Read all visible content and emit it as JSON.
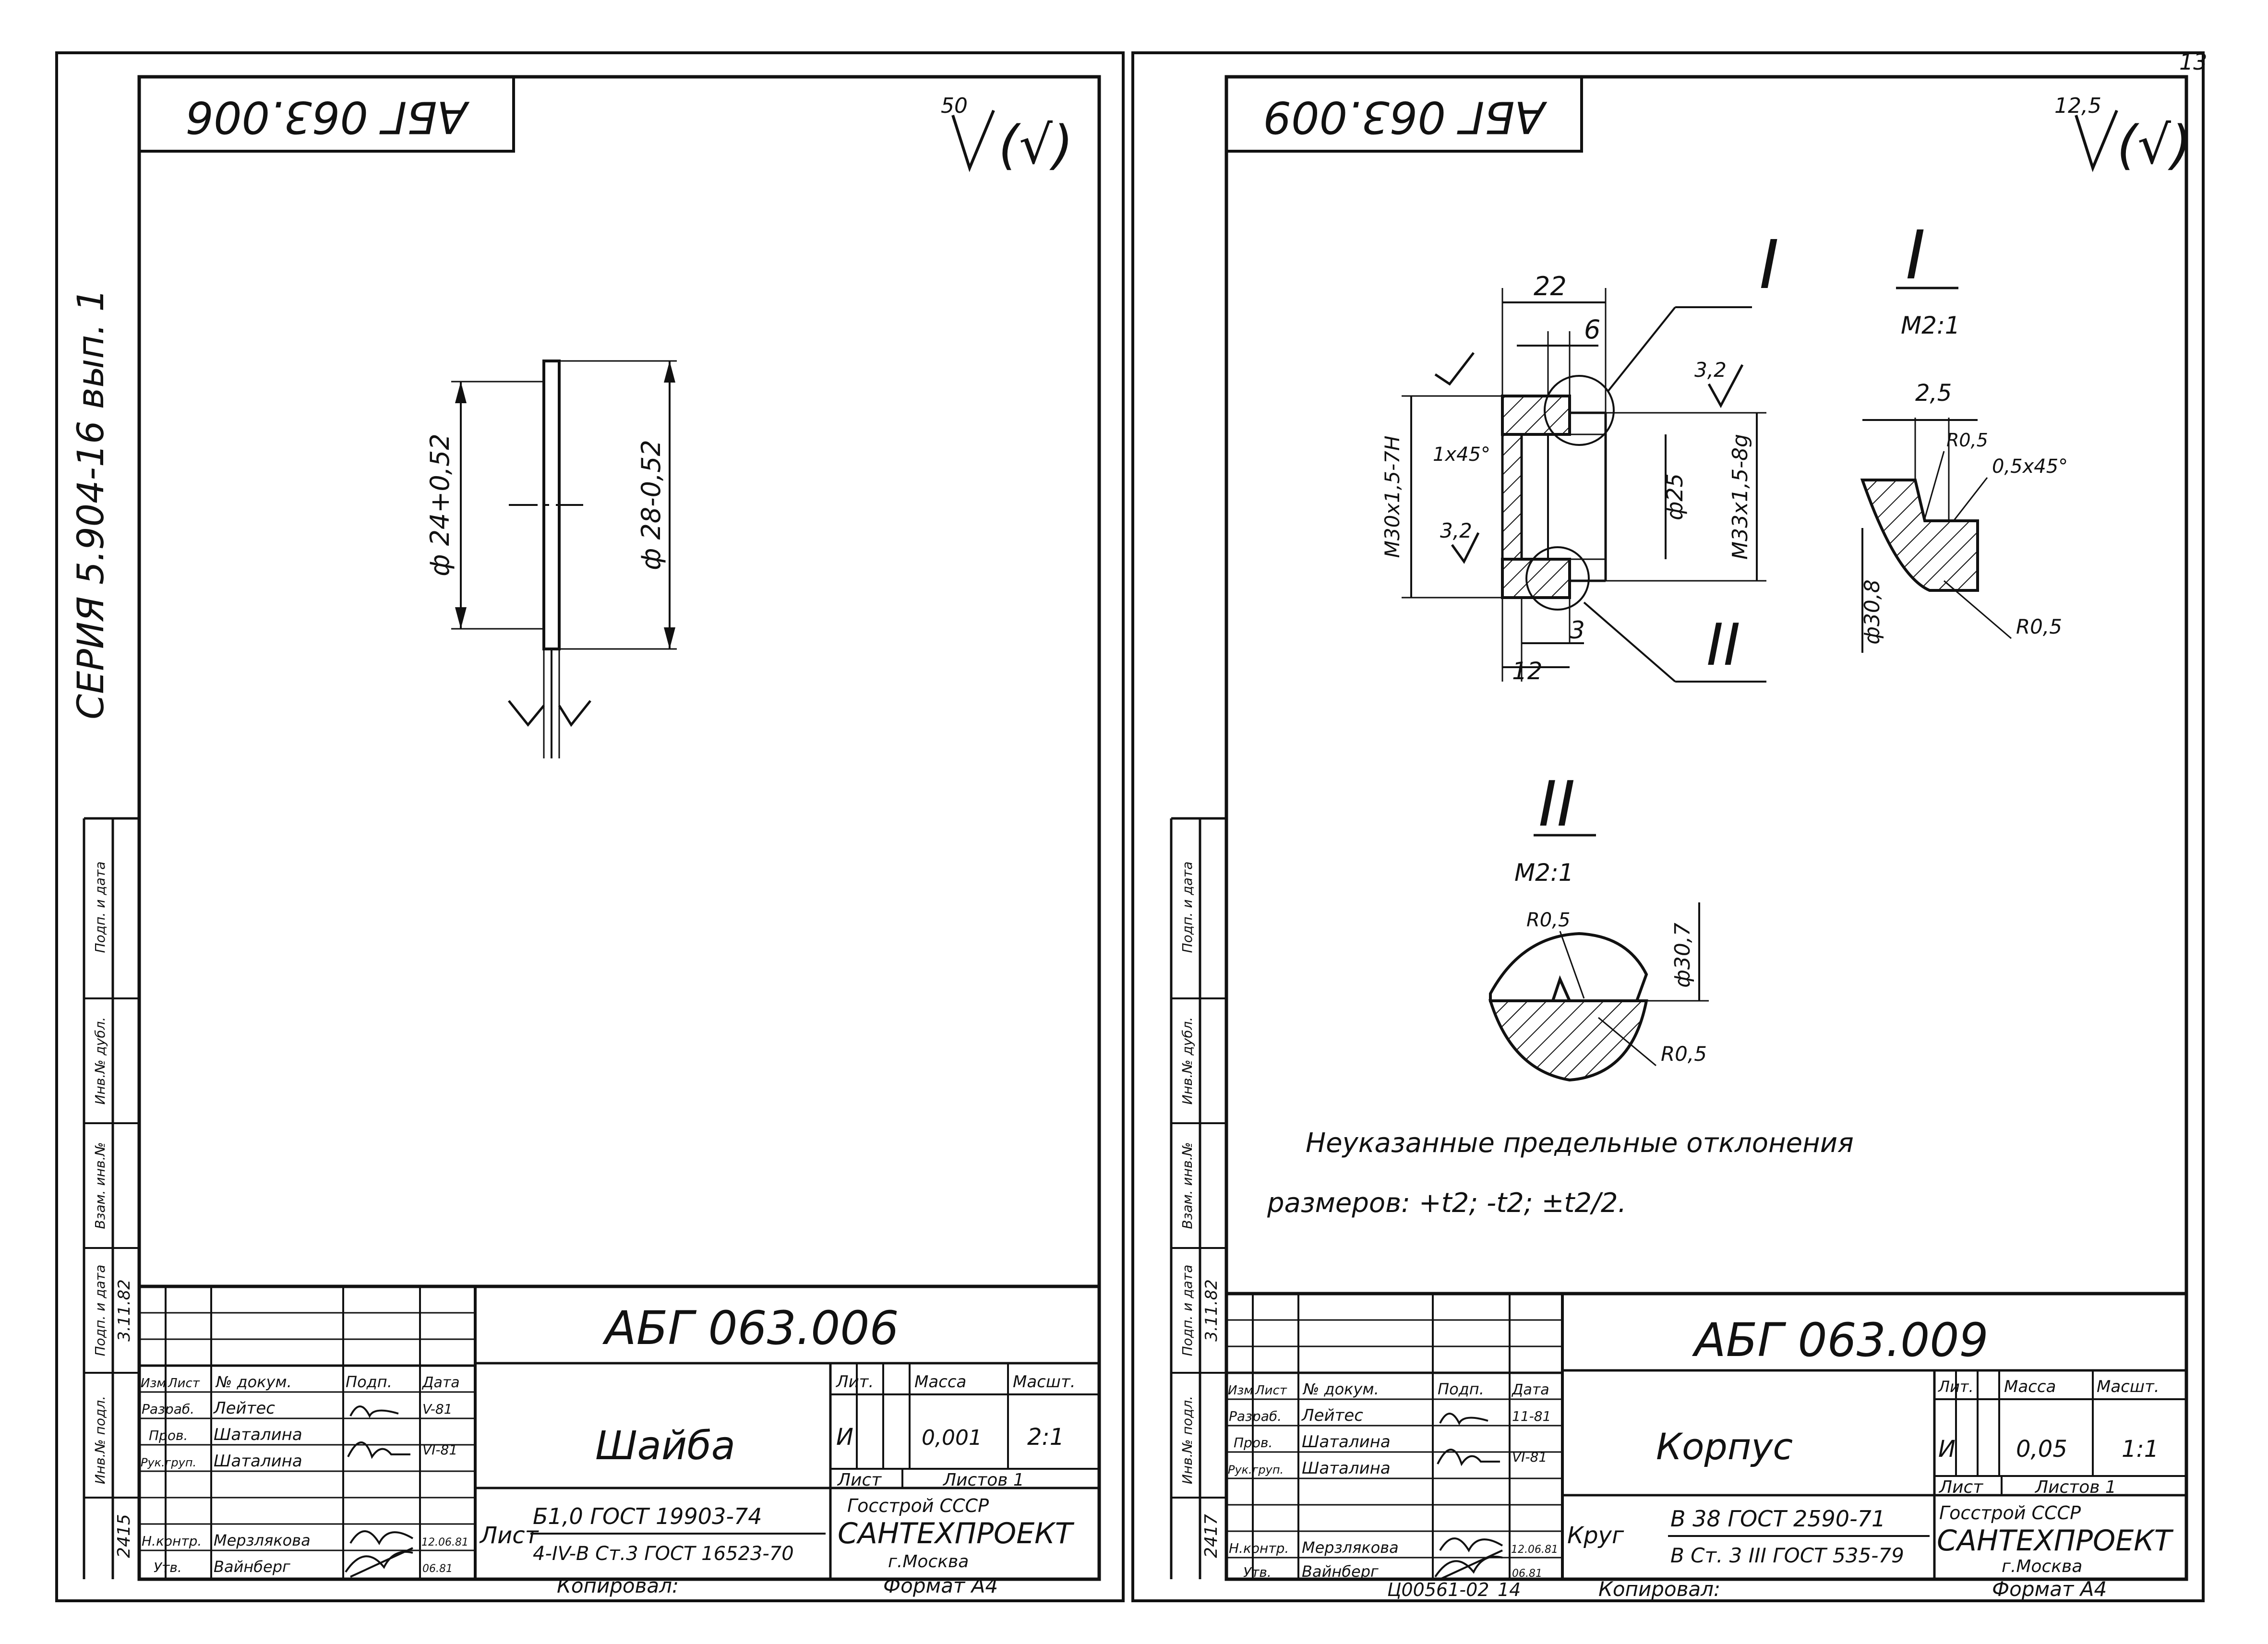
{
  "page_number": "13",
  "left_binding": {
    "series": "СЕРИЯ 5.904-16 вып. 1",
    "stamp_cells": [
      "Инв.№ подл.",
      "Подп. и дата",
      "Взам. инв.№",
      "Инв.№ дубл.",
      "Подп. и дата"
    ],
    "inv_number": "2415",
    "sign_date": "3.11.82"
  },
  "right_binding": {
    "stamp_cells": [
      "Инв.№ подл.",
      "Подп. и дата",
      "Взам. инв.№",
      "Инв.№ дубл.",
      "Подп. и дата"
    ],
    "inv_number": "2417",
    "sign_date": "3.11.82"
  },
  "left_drawing": {
    "corner_code": "АБГ 063.006",
    "roughness": {
      "value": "50",
      "suffix": "(√)"
    },
    "dims": {
      "inner_dia": "ф 24+0,52",
      "outer_dia": "ф 28-0,52"
    },
    "title_block": {
      "designation": "АБГ 063.006",
      "name": "Шайба",
      "hdr": {
        "izm": "Изм",
        "list": "Лист",
        "doc": "№ докум.",
        "podp": "Подп.",
        "date": "Дата"
      },
      "people": [
        {
          "role": "Разраб.",
          "name": "Лейтес",
          "date": "V-81"
        },
        {
          "role": "Пров.",
          "name": "Шаталина",
          "date": "VI-81"
        },
        {
          "role": "Рук.груп.",
          "name": "Шаталина",
          "date": ""
        },
        {
          "role": "Н.контр.",
          "name": "Мерзлякова",
          "date": "12.06.81"
        },
        {
          "role": "Утв.",
          "name": "Вайнберг",
          "date": "06.81"
        }
      ],
      "lit_label": "Лит.",
      "mass_label": "Масса",
      "scale_label": "Масшт.",
      "lit": "И",
      "mass": "0,001",
      "scale": "2:1",
      "sheet_label": "Лист",
      "sheets_label": "Листов 1",
      "material_prefix": "Лист",
      "material_top": "Б1,0 ГОСТ 19903-74",
      "material_bottom": "4-IV-В Ст.3 ГОСТ 16523-70",
      "org1": "Госстрой СССР",
      "org2": "САНТЕХПРОЕКТ",
      "org3": "г.Москва"
    },
    "copied": "Копировал:",
    "format": "Формат А4"
  },
  "right_drawing": {
    "corner_code": "АБГ 063.009",
    "roughness": {
      "value": "12,5",
      "suffix": "(√)"
    },
    "main_view": {
      "dim_22": "22",
      "dim_6": "6",
      "dim_3": "3",
      "dim_12": "12",
      "rough_32a": "3,2",
      "rough_32b": "3,2",
      "chamfer": "1х45°",
      "thread_in": "М30х1,5-7Н",
      "dia_25": "ф25",
      "thread_out": "М33х1,5-8g",
      "mark_I": "I",
      "mark_II": "II"
    },
    "detail_I": {
      "mark": "I",
      "scale": "М2:1",
      "dim_25": "2,5",
      "r05a": "R0,5",
      "chamfer": "0,5х45°",
      "dia": "ф30,8",
      "r05b": "R0,5"
    },
    "detail_II": {
      "mark": "II",
      "scale": "М2:1",
      "r05a": "R0,5",
      "dia": "ф30,7",
      "r05b": "R0,5"
    },
    "note_line1": "Неуказанные    предельные    отклонения",
    "note_line2": "размеров:  +t2;  -t2;  ±t2/2.",
    "title_block": {
      "designation": "АБГ 063.009",
      "name": "Корпус",
      "hdr": {
        "izm": "Изм",
        "list": "Лист",
        "doc": "№ докум.",
        "podp": "Подп.",
        "date": "Дата"
      },
      "people": [
        {
          "role": "Разраб.",
          "name": "Лейтес",
          "date": "11-81"
        },
        {
          "role": "Пров.",
          "name": "Шаталина",
          "date": "VI-81"
        },
        {
          "role": "Рук.груп.",
          "name": "Шаталина",
          "date": ""
        },
        {
          "role": "Н.контр.",
          "name": "Мерзлякова",
          "date": "12.06.81"
        },
        {
          "role": "Утв.",
          "name": "Вайнберг",
          "date": "06.81"
        }
      ],
      "lit_label": "Лит.",
      "mass_label": "Масса",
      "scale_label": "Масшт.",
      "lit": "И",
      "mass": "0,05",
      "scale": "1:1",
      "sheet_label": "Лист",
      "sheets_label": "Листов 1",
      "material_prefix": "Круг",
      "material_top": "В 38 ГОСТ 2590-71",
      "material_bottom": "В Ст. 3 III ГОСТ 535-79",
      "org1": "Госстрой СССР",
      "org2": "САНТЕХПРОЕКТ",
      "org3": "г.Москва"
    },
    "copied": "Копировал:",
    "format": "Формат А4",
    "footer_code": "Ц00561-02",
    "footer_num": "14"
  }
}
